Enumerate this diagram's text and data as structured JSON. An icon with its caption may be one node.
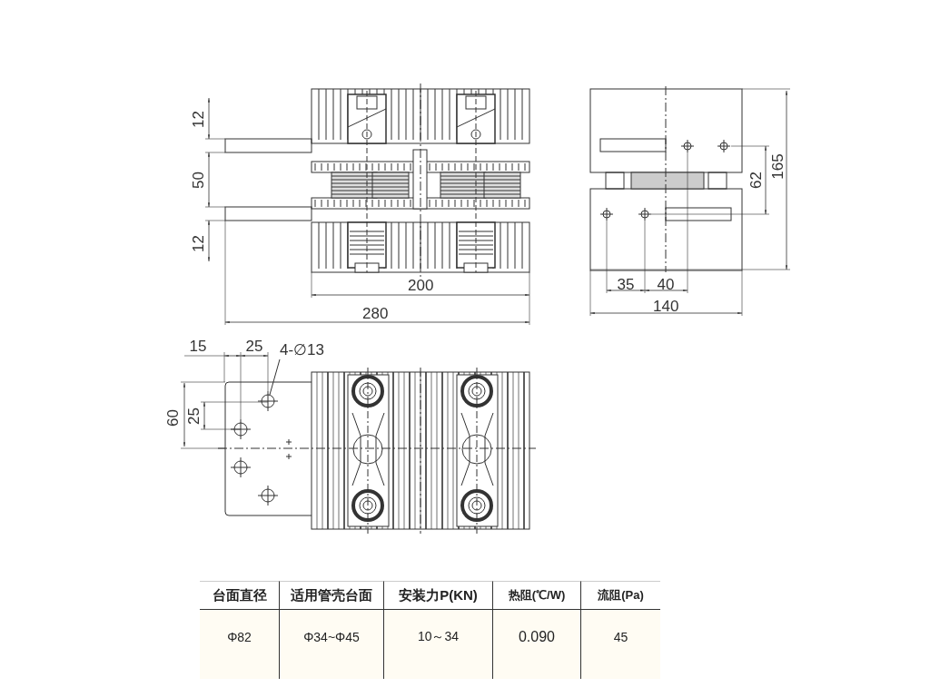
{
  "diagram": {
    "nodes": [
      {
        "text": [
          "4-∅13"
        ]
      },
      {
        "text": [],
        "shape": "circle"
      }
    ],
    "edges": [
      {
        "from": 0,
        "to": 1,
        "arrow": "none"
      }
    ],
    "labels": [
      "12",
      "50",
      "12",
      "200",
      "280",
      "62",
      "165",
      "35",
      "40",
      "140",
      "15",
      "25",
      "60",
      "25",
      "台面直径",
      "适用管壳台面",
      "安装力P(KN)",
      "热阻(℃/W)",
      "流阻(Pa)",
      "Φ82",
      "Φ34~Φ45",
      "10～34",
      "0.090",
      "45"
    ]
  }
}
